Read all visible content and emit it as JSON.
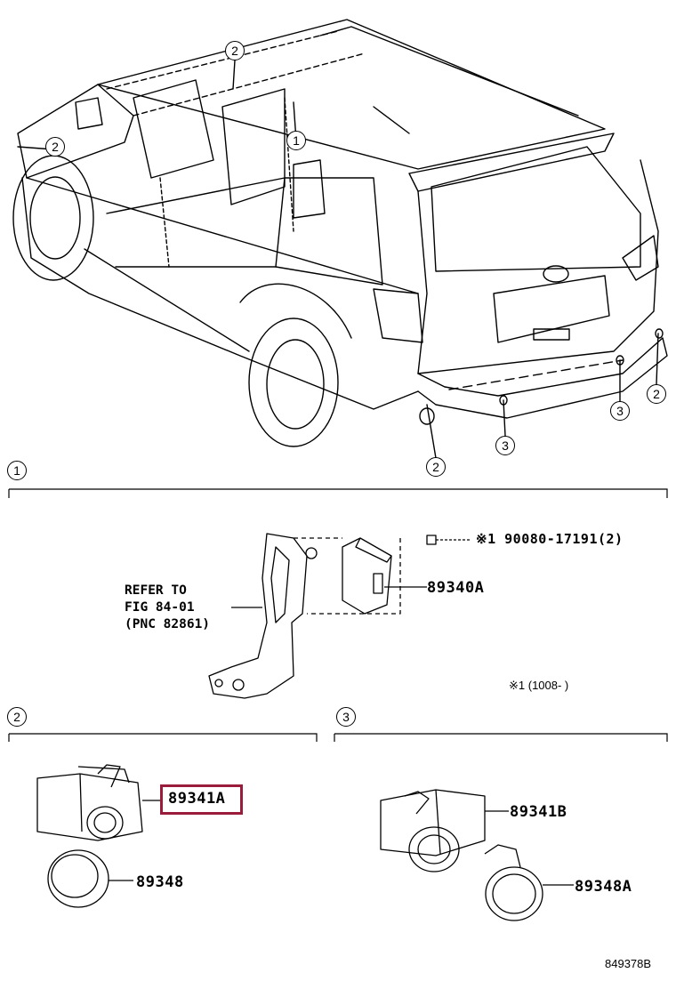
{
  "overview": {
    "callouts": [
      {
        "id": "c1a",
        "text": "1"
      },
      {
        "id": "c2a",
        "text": "2"
      },
      {
        "id": "c2b",
        "text": "2"
      },
      {
        "id": "c2c",
        "text": "2"
      },
      {
        "id": "c2d",
        "text": "2"
      },
      {
        "id": "c3a",
        "text": "3"
      },
      {
        "id": "c3b",
        "text": "3"
      }
    ]
  },
  "section1": {
    "number": "1",
    "refer_line1": "REFER TO",
    "refer_line2": "FIG 84-01",
    "refer_line3": "(PNC 82861)",
    "bolt_label": "※1 90080-17191(2)",
    "module_label": "89340A",
    "footnote": "※1 (1008-      )"
  },
  "section2": {
    "number": "2",
    "sensor_label": "89341A",
    "retainer_label": "89348",
    "highlight_color": "#9b1b3b"
  },
  "section3": {
    "number": "3",
    "sensor_label": "89341B",
    "retainer_label": "89348A"
  },
  "figure_id": "849378B"
}
